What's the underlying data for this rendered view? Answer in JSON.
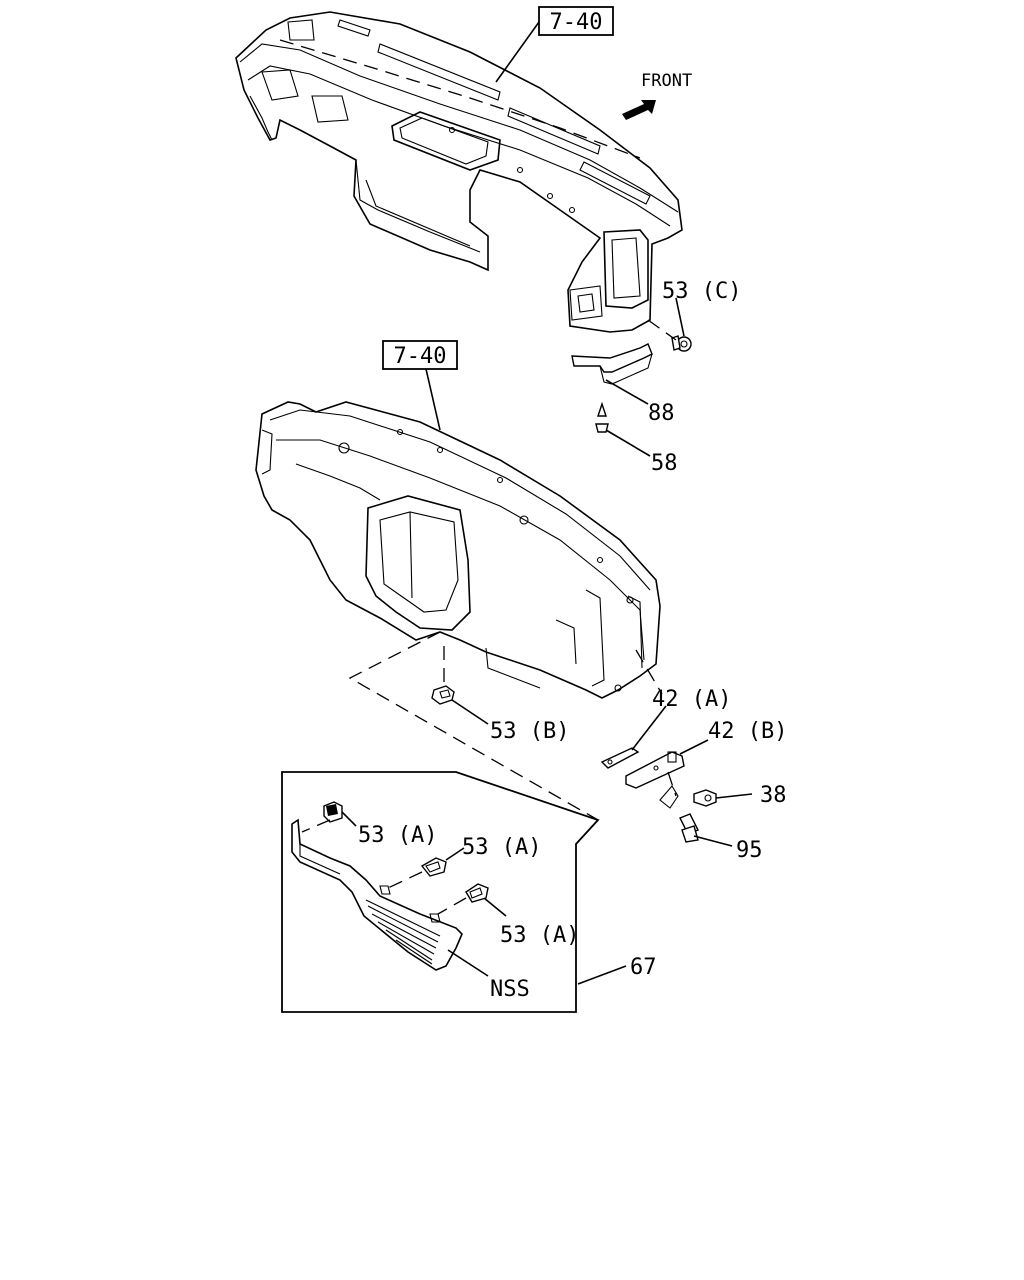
{
  "front_label": "FRONT",
  "refs": {
    "upper": "7-40",
    "lower": "7-40"
  },
  "callouts": {
    "c53c": "53 (C)",
    "c88": "88",
    "c58": "58",
    "c53b": "53 (B)",
    "c42a": "42 (A)",
    "c42b": "42 (B)",
    "c38": "38",
    "c95": "95",
    "c53a_1": "53 (A)",
    "c53a_2": "53 (A)",
    "c53a_3": "53 (A)",
    "c67": "67",
    "nss": "NSS"
  }
}
